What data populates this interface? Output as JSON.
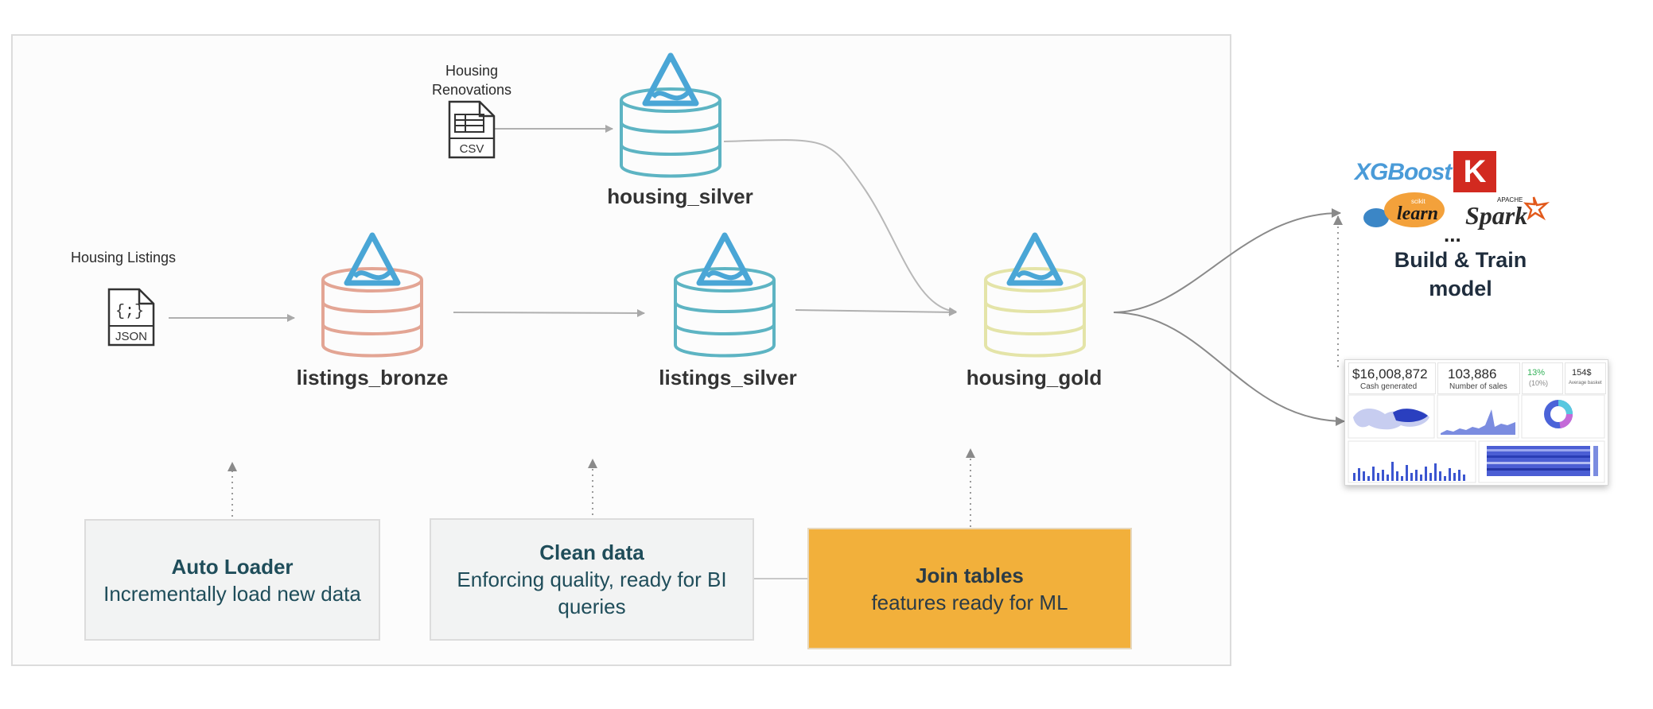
{
  "sources": {
    "renovations": {
      "label": "Housing\nRenovations",
      "line1": "Housing",
      "line2": "Renovations",
      "file_tag": "CSV",
      "icon": "csv-file-icon"
    },
    "listings": {
      "label": "Housing Listings",
      "file_tag": "JSON",
      "file_glyph": "{;}",
      "icon": "json-file-icon"
    }
  },
  "tables": {
    "housing_silver": "housing_silver",
    "listings_bronze": "listings_bronze",
    "listings_silver": "listings_silver",
    "housing_gold": "housing_gold"
  },
  "colors": {
    "bronze": "#e3a594",
    "silver": "#5db4c3",
    "gold": "#e4e4a8",
    "delta": "#4aa6d6",
    "orange_box": "#f2b03b"
  },
  "steps": {
    "auto_loader": {
      "title": "Auto Loader",
      "subtitle": "Incrementally load new data"
    },
    "clean": {
      "title": "Clean data",
      "subtitle_line1": "Enforcing quality, ready for BI",
      "subtitle_line2": "queries"
    },
    "join": {
      "title": "Join tables",
      "subtitle": "features ready for ML"
    }
  },
  "ml": {
    "xgboost": "XGBoost",
    "keras": "K",
    "sklearn_small": "scikit",
    "sklearn": "learn",
    "spark_small": "APACHE",
    "spark": "Spark",
    "ellipsis": "...",
    "title_line1": "Build & Train",
    "title_line2": "model"
  },
  "dashboard": {
    "kpi1_value": "$16,008,872",
    "kpi1_caption": "Cash generated",
    "kpi2_value": "103,886",
    "kpi2_caption": "Number of sales",
    "kpi3_value": "13%",
    "kpi3_caption": "(10%)",
    "kpi4_value": "154$",
    "kpi4_caption": "Average basket"
  }
}
